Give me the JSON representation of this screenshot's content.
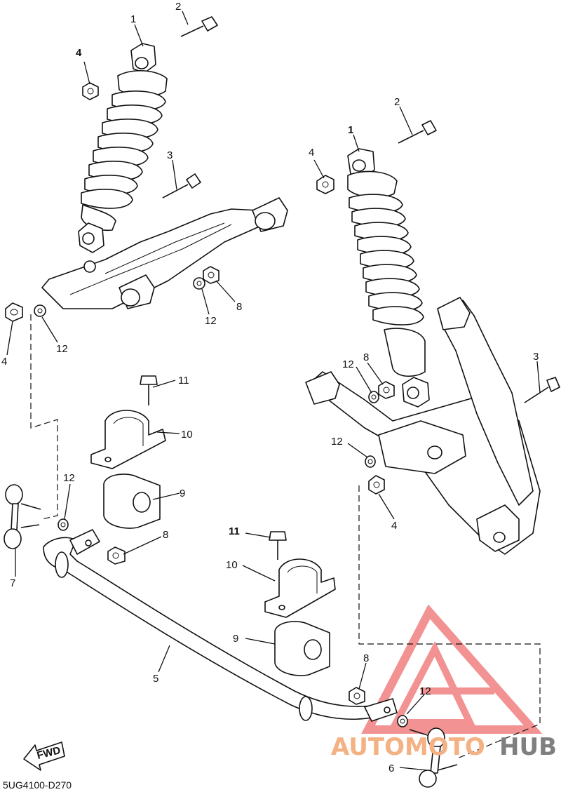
{
  "diagram": {
    "code": "5UG4100-D270",
    "fwd_label": "FWD",
    "watermark": {
      "part1": "AUTOMOTO",
      "part2": "HUB",
      "color1": "#f4b183",
      "color2": "#7f7f7f",
      "triangle_color": "#f08080"
    }
  },
  "callouts": {
    "c1a": "1",
    "c2a": "2",
    "c4a": "4",
    "c3a": "3",
    "c8a": "8",
    "c12a": "12",
    "c4b": "4",
    "c12b": "12",
    "c1b": "1",
    "c2b": "2",
    "c4c": "4",
    "c12c": "12",
    "c8b": "8",
    "c3b": "3",
    "c12d": "12",
    "c4d": "4",
    "c11a": "11",
    "c10a": "10",
    "c9a": "9",
    "c12e": "12",
    "c8c": "8",
    "c7": "7",
    "c11b": "11",
    "c10b": "10",
    "c9b": "9",
    "c5": "5",
    "c8d": "8",
    "c12f": "12",
    "c6": "6"
  }
}
